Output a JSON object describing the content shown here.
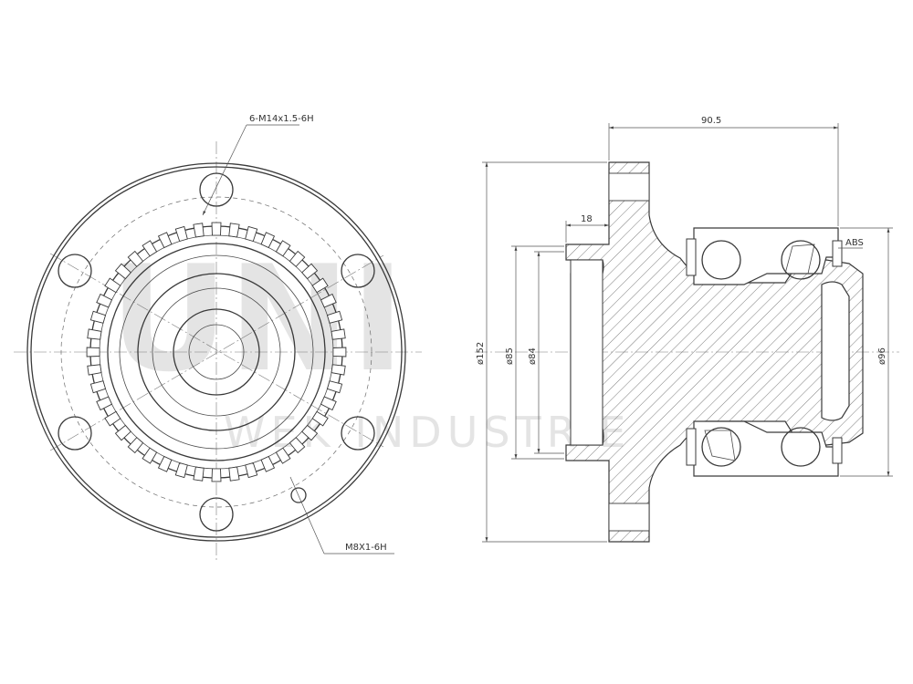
{
  "front_view": {
    "bolt_label": "6-M14x1.5-6H",
    "screw_label": "M8X1-6H"
  },
  "section_view": {
    "dim_length": "90.5",
    "dim_flange": "18",
    "dim_outer": "ø152",
    "dim_pilot": "ø85",
    "dim_bore": "ø84",
    "dim_bearing": "ø96",
    "abs_label": "ABS"
  },
  "watermark": {
    "brand": "UNI",
    "subtitle": "WEK INDUSTRIE"
  }
}
